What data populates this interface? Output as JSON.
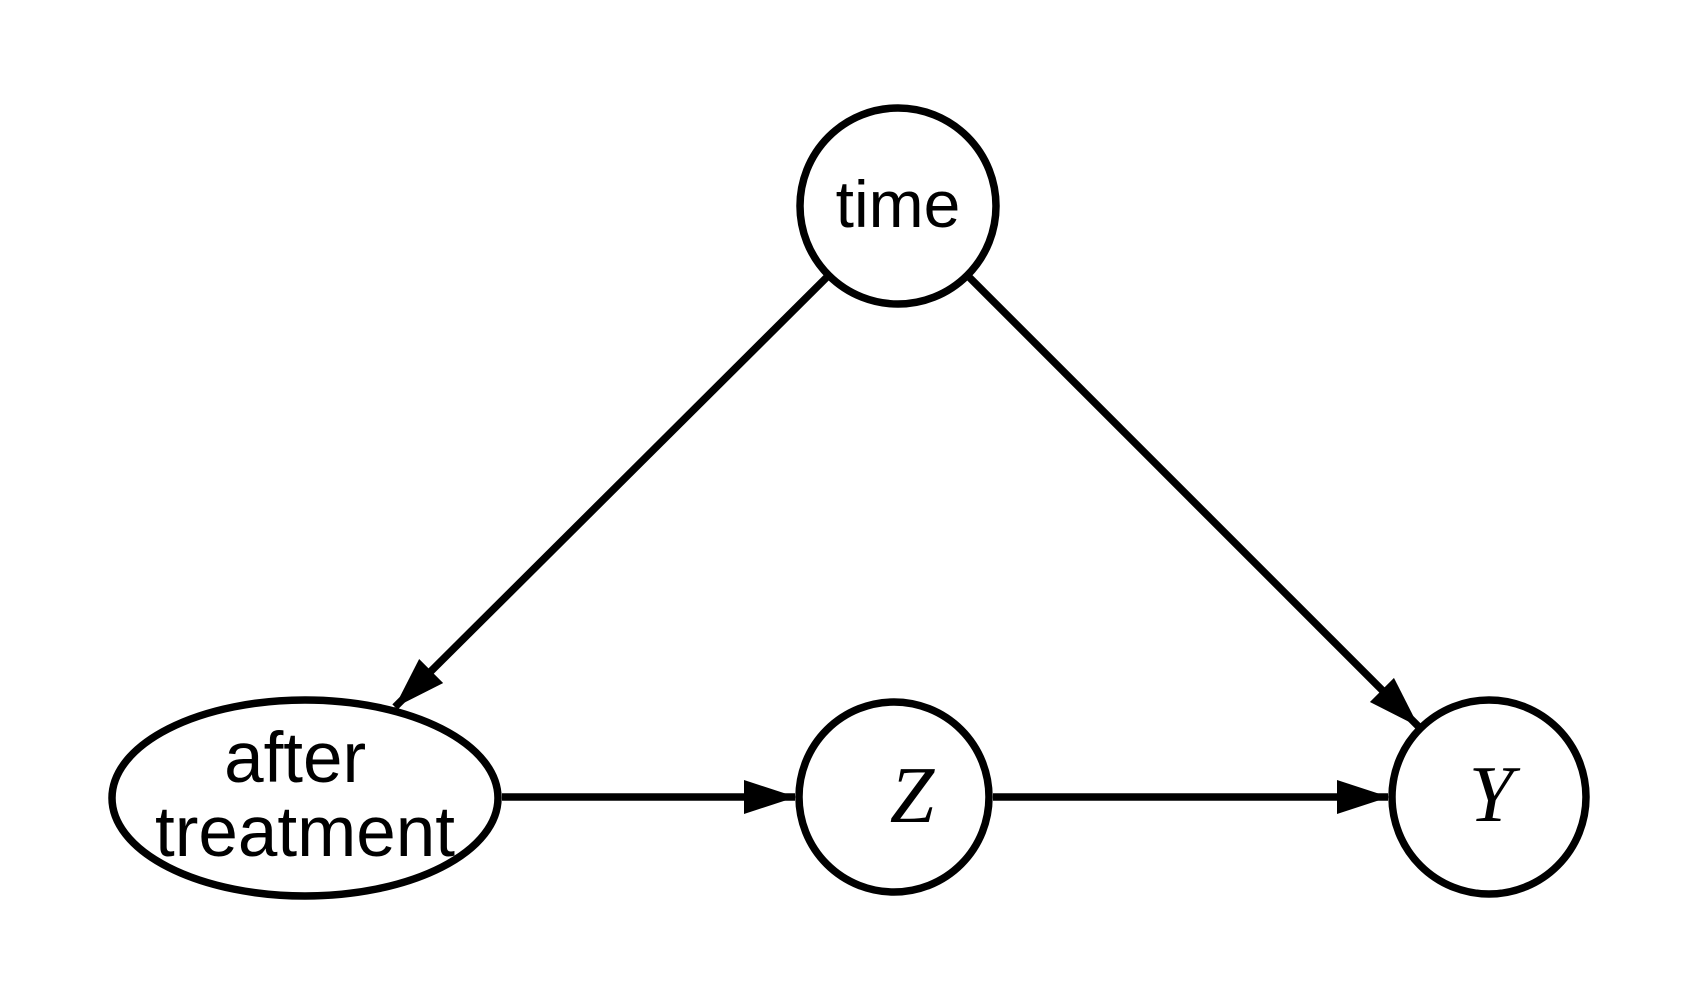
{
  "diagram": {
    "type": "causal-dag",
    "colors": {
      "background": "#ffffff",
      "ink": "#000000"
    },
    "nodes": [
      {
        "id": "time",
        "label": "time",
        "shape": "circle",
        "text_style": "sans"
      },
      {
        "id": "after-treatment",
        "label": "after treatment",
        "label_lines": [
          "after",
          "treatment"
        ],
        "shape": "ellipse",
        "text_style": "sans"
      },
      {
        "id": "z",
        "label": "Z",
        "shape": "circle",
        "text_style": "math-italic"
      },
      {
        "id": "y",
        "label": "Y",
        "shape": "circle",
        "text_style": "math-italic"
      }
    ],
    "edges": [
      {
        "from": "time",
        "to": "after-treatment",
        "arrow": "filled-triangle"
      },
      {
        "from": "time",
        "to": "y",
        "arrow": "filled-triangle"
      },
      {
        "from": "after-treatment",
        "to": "z",
        "arrow": "filled-triangle"
      },
      {
        "from": "z",
        "to": "y",
        "arrow": "filled-triangle"
      }
    ]
  }
}
